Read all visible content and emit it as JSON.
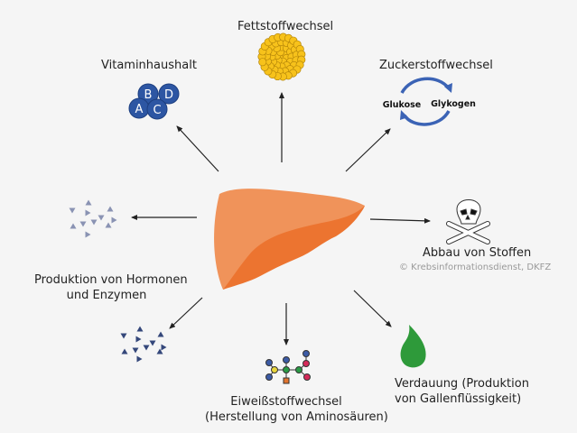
{
  "title": "Funktionen der Leber",
  "center": {
    "organ": "Leber",
    "colors": {
      "light": "#f0935a",
      "dark": "#ec7430"
    }
  },
  "functions": [
    {
      "id": "vitamins",
      "label": "Vitaminhaushalt",
      "icon": "vitamin-circles-icon",
      "vitamins": [
        "B",
        "D",
        "A",
        "C"
      ],
      "color": "#2d56a3"
    },
    {
      "id": "fat",
      "label": "Fettstoffwechsel",
      "icon": "fat-globule-icon",
      "color": "#f7c21b"
    },
    {
      "id": "sugar",
      "label": "Zuckerstoffwechsel",
      "icon": "glucose-glycogen-cycle-icon",
      "cycle": [
        "Glukose",
        "Glykogen"
      ],
      "color": "#3b63b5"
    },
    {
      "id": "detox",
      "label": "Abbau von Stoffen",
      "icon": "skull-crossbones-icon"
    },
    {
      "id": "bile",
      "label_lines": [
        "Verdauung (Produktion",
        "von Gallenflüssigkeit)"
      ],
      "icon": "bile-drop-icon",
      "color": "#2e9a3a"
    },
    {
      "id": "protein",
      "label_lines": [
        "Eiweißstoffwechsel",
        "(Herstellung von Aminosäuren)"
      ],
      "icon": "amino-acid-molecule-icon"
    },
    {
      "id": "hormones",
      "label_lines": [
        "Produktion von Hormonen",
        "und Enzymen"
      ],
      "icon": "hormone-triangles-icon",
      "colors": [
        "#8a93b3",
        "#34477a"
      ]
    }
  ],
  "credit": "© Krebsinformationsdienst, DKFZ"
}
